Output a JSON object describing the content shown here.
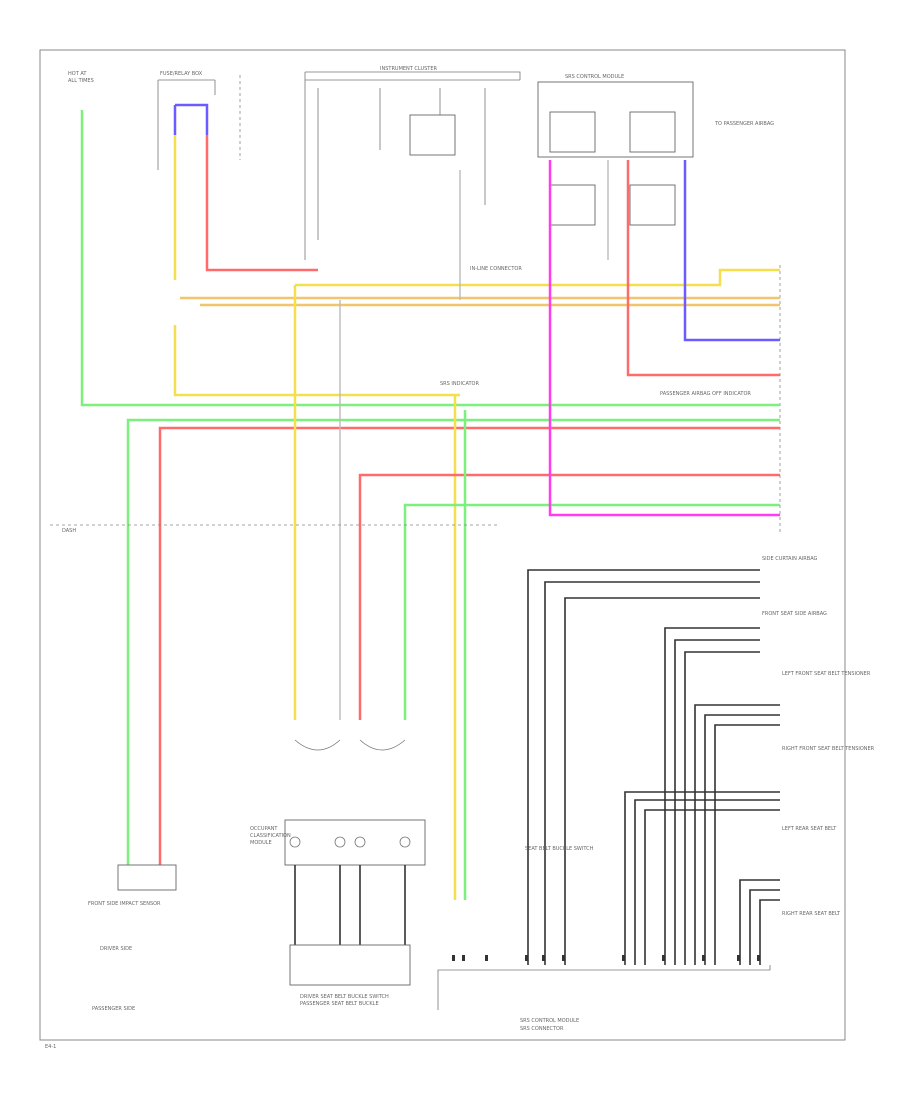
{
  "labels": {
    "top_left_1": "HOT AT",
    "top_left_2": "ALL TIMES",
    "fuse_box": "FUSE/RELAY BOX",
    "instrument_cluster": "INSTRUMENT CLUSTER",
    "module_top_right": "SRS CONTROL MODULE",
    "note_top_right": "TO PASSENGER AIRBAG",
    "inline_connector": "IN-LINE CONNECTOR",
    "srs_indicator": "SRS INDICATOR",
    "passenger_airbag_off": "PASSENGER AIRBAG OFF INDICATOR",
    "dash_label": "DASH",
    "front_seat_left": "DRIVER SEAT BELT BUCKLE SWITCH",
    "front_seat_right": "PASSENGER SEAT BELT BUCKLE",
    "side_module_left_1": "OCCUPANT",
    "side_module_left_2": "CLASSIFICATION",
    "side_module_left_3": "MODULE",
    "bottom_left_text_1": "FRONT SIDE IMPACT SENSOR",
    "bottom_left_text_2": "DRIVER SIDE",
    "bottom_left_text_3": "PASSENGER SIDE",
    "bottom_center_text": "SEAT BELT BUCKLE SWITCH",
    "bottom_right_text_1": "SRS CONTROL MODULE",
    "bottom_right_text_2": "SRS CONNECTOR",
    "right_block_1": "SIDE CURTAIN AIRBAG",
    "right_block_2": "FRONT SEAT SIDE AIRBAG",
    "right_block_3": "LEFT FRONT SEAT BELT TENSIONER",
    "right_block_4": "RIGHT FRONT SEAT BELT TENSIONER",
    "right_block_5": "LEFT REAR SEAT BELT",
    "right_block_6": "RIGHT REAR SEAT BELT",
    "corner_code": "E4-1"
  },
  "colors": {
    "yellow": "#f4e04d",
    "red": "#ff6b6b",
    "green": "#7cf07c",
    "pink": "#ff3cf0",
    "blue": "#6a5cff",
    "orange": "#f2c46d",
    "black": "#333333"
  }
}
